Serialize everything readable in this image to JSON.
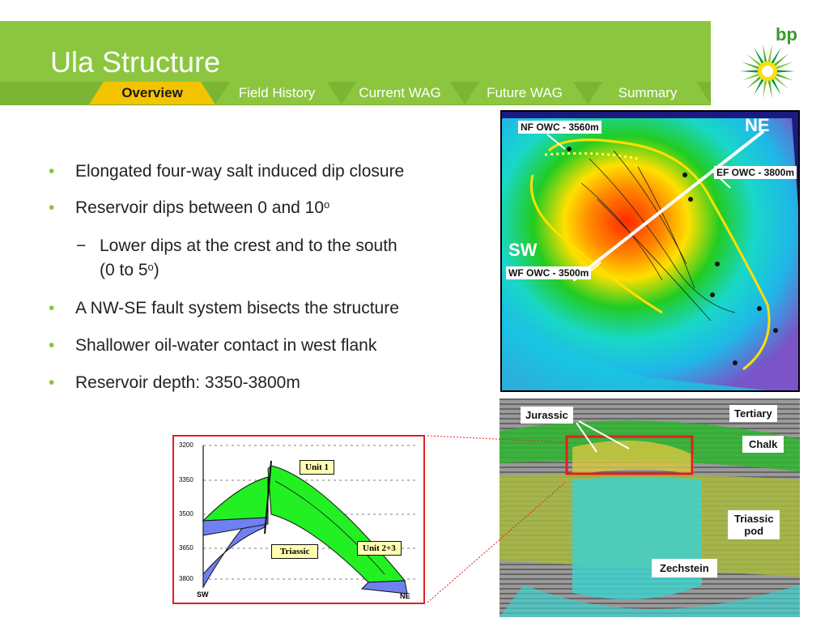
{
  "slide": {
    "title": "Ula Structure",
    "tabs": [
      {
        "label": "Overview",
        "active": true
      },
      {
        "label": "Field History",
        "active": false
      },
      {
        "label": "Current WAG",
        "active": false
      },
      {
        "label": "Future WAG",
        "active": false
      },
      {
        "label": "Summary",
        "active": false
      }
    ],
    "logo_text": "bp"
  },
  "bullets": [
    {
      "text": "Elongated four-way salt induced dip closure"
    },
    {
      "text": "Reservoir dips between 0 and 10",
      "sup": "o"
    },
    {
      "text": "Lower dips at the crest and to the south",
      "level": 2
    },
    {
      "text": "(0 to 5",
      "sup": "o",
      "tail": ")",
      "level": 2
    },
    {
      "text": "A NW-SE fault system bisects the structure"
    },
    {
      "text": "Shallower oil-water contact in west flank"
    },
    {
      "text": "Reservoir depth: 3350-3800m"
    }
  ],
  "bullet_symbol": "•",
  "sub_bullet_symbol": "−",
  "map": {
    "nf_owc": "NF OWC - 3560m",
    "ef_owc": "EF OWC - 3800m",
    "wf_owc": "WF OWC - 3500m",
    "ne": "NE",
    "sw": "SW"
  },
  "seismic": {
    "jurassic": "Jurassic",
    "tertiary": "Tertiary",
    "chalk": "Chalk",
    "triassic_pod": [
      "Triassic",
      "pod"
    ],
    "zechstein": "Zechstein"
  },
  "section": {
    "depth_ticks": [
      "3200",
      "3350",
      "3500",
      "3650",
      "3800"
    ],
    "unit1": "Unit 1",
    "unit23": "Unit 2+3",
    "triassic": "Triassic",
    "sw": "SW",
    "ne": "NE"
  },
  "colors": {
    "brand_green": "#8cc63f",
    "active_tab": "#f5c400",
    "section_frame": "#e02020"
  }
}
